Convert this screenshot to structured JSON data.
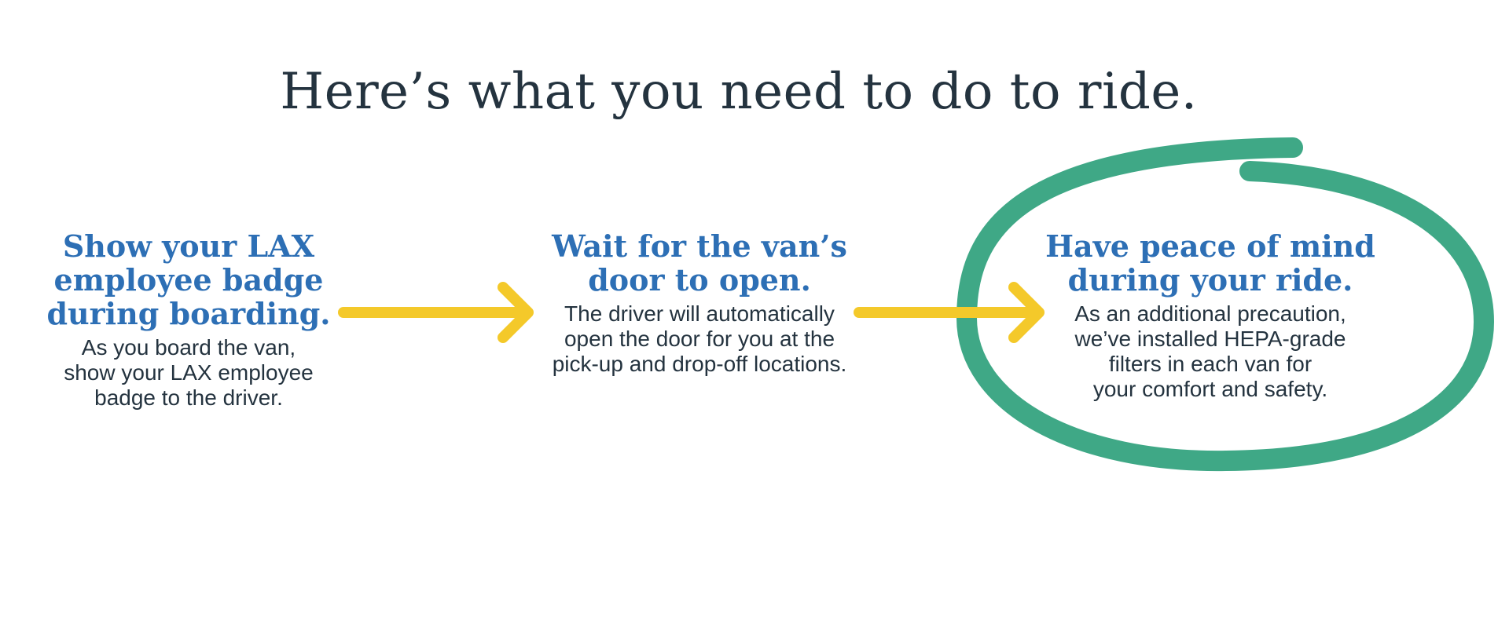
{
  "page": {
    "title": "Here’s what you need to do to ride."
  },
  "steps": [
    {
      "heading": "Show your LAX\nemployee badge\nduring boarding.",
      "body": "As you board the van,\nshow your LAX employee\nbadge to the driver."
    },
    {
      "heading": "Wait for the van’s\ndoor to open.",
      "body": "The driver will automatically\nopen the door for you at the\npick-up and drop-off locations."
    },
    {
      "heading": "Have peace of mind\nduring your ride.",
      "body": "As an additional precaution,\nwe’ve installed HEPA-grade\nfilters in each van for\nyour comfort and safety."
    }
  ],
  "colors": {
    "title_text": "#24333f",
    "heading_blue": "#2d6fb5",
    "body_text": "#24333f",
    "arrow_yellow": "#f4c92a",
    "circle_green": "#3fa886"
  },
  "icons": [
    "right-arrow-icon",
    "right-arrow-icon",
    "hand-drawn-circle-highlight"
  ]
}
